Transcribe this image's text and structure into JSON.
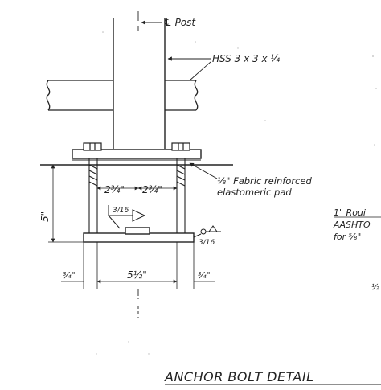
{
  "drawing": {
    "post_label": "℄ Post",
    "hss_label": "HSS 3 x 3 x ¼",
    "pad_label_line1": "⅛\" Fabric reinforced",
    "pad_label_line2": "elastomeric pad",
    "dim_left_top": "2¾\"",
    "dim_right_top": "2¾\"",
    "dim_height": "5\"",
    "weld_left": "3/16",
    "weld_right": "3/16",
    "dim_bottom_left": "¾\"",
    "dim_bottom_center": "5½\"",
    "dim_bottom_right": "¾\"",
    "right_note_1": "1\" Roui",
    "right_note_2": "AASHTO",
    "right_note_3": "for ⅝\"",
    "right_note_4": "½",
    "title": "ANCHOR BOLT DETAIL"
  },
  "colors": {
    "ink": "#222222",
    "paper": "#ffffff"
  }
}
